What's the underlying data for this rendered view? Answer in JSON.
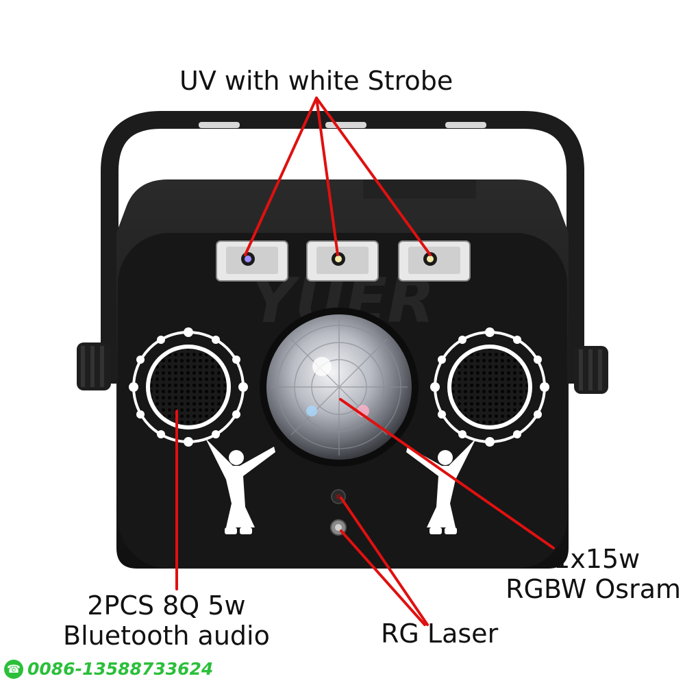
{
  "labels": {
    "uv": "UV with white Strobe",
    "rgbw_line1": "1x15w",
    "rgbw_line2": "RGBW Osram",
    "laser": "RG Laser",
    "audio_line1": "2PCS 8Q 5w",
    "audio_line2": "Bluetooth audio"
  },
  "contact": {
    "phone": "0086-13588733624",
    "icon": "whatsapp-icon"
  },
  "watermark": "YUER",
  "colors": {
    "pointer": "#e01010",
    "body": "#151515",
    "contact": "#2bbf3a",
    "silhouette": "#ffffff"
  }
}
